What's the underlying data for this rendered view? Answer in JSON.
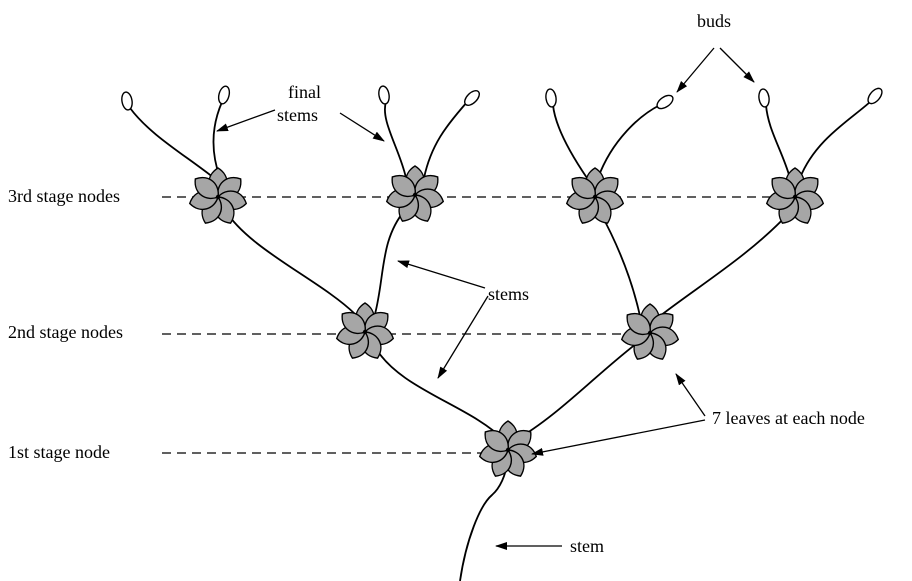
{
  "labels": {
    "buds": "buds",
    "final_stems_line1": "final",
    "final_stems_line2": "stems",
    "stage3": "3rd stage nodes",
    "stage2": "2nd stage nodes",
    "stage1": "1st stage node",
    "stems": "stems",
    "leaves": "7 leaves at each node",
    "stem": "stem"
  },
  "leaves_per_node": 7
}
